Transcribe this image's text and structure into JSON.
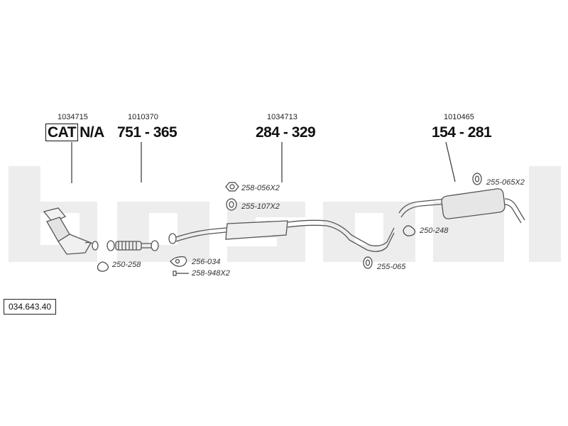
{
  "product_code": "034.643.40",
  "parts": [
    {
      "id": "1034715",
      "prefix": "CAT",
      "number": "N/A"
    },
    {
      "id": "1010370",
      "number": "751 - 365"
    },
    {
      "id": "1034713",
      "number": "284 - 329"
    },
    {
      "id": "1010465",
      "number": "154 - 281"
    }
  ],
  "accessories": [
    {
      "code": "258-056X2",
      "icon": "nut-icon"
    },
    {
      "code": "255-107X2",
      "icon": "rubber-mount-icon"
    },
    {
      "code": "250-258",
      "icon": "clamp-icon"
    },
    {
      "code": "256-034",
      "icon": "gasket-icon"
    },
    {
      "code": "258-948X2",
      "icon": "bolt-icon"
    },
    {
      "code": "255-065",
      "icon": "rubber-mount-icon"
    },
    {
      "code": "250-248",
      "icon": "clamp-icon"
    },
    {
      "code": "255-065X2",
      "icon": "rubber-mount-icon"
    }
  ],
  "watermark": "bosal"
}
